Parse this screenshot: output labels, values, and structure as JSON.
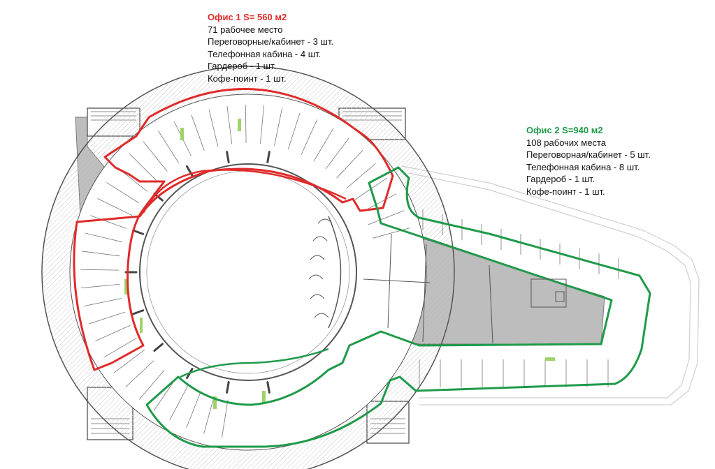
{
  "offices": [
    {
      "id": "office-1",
      "title": "Офис 1 S= 560 м2",
      "color": "#e02a2a",
      "lines": [
        "71 рабочее место",
        "Переговорные/кабинет - 3 шт.",
        "Телефонная кабина - 4 шт.",
        "Гардероб - 1 шт.",
        "Кофе-поинт - 1 шт."
      ]
    },
    {
      "id": "office-2",
      "title": "Офис 2 S=940 м2",
      "color": "#1f9a4a",
      "lines": [
        "108 рабочих места",
        "Переговорная/кабинет - 5 шт.",
        "Телефонная кабина - 8 шт.",
        "Гардероб - 1 шт.",
        "Кофе-поинт - 1 шт."
      ]
    }
  ],
  "colors": {
    "wall": "#555555",
    "hatch": "#9a9a9a",
    "core": "#bdbdbd",
    "atrium_floor": "#ffffff",
    "greenery": "#9fd36a"
  }
}
